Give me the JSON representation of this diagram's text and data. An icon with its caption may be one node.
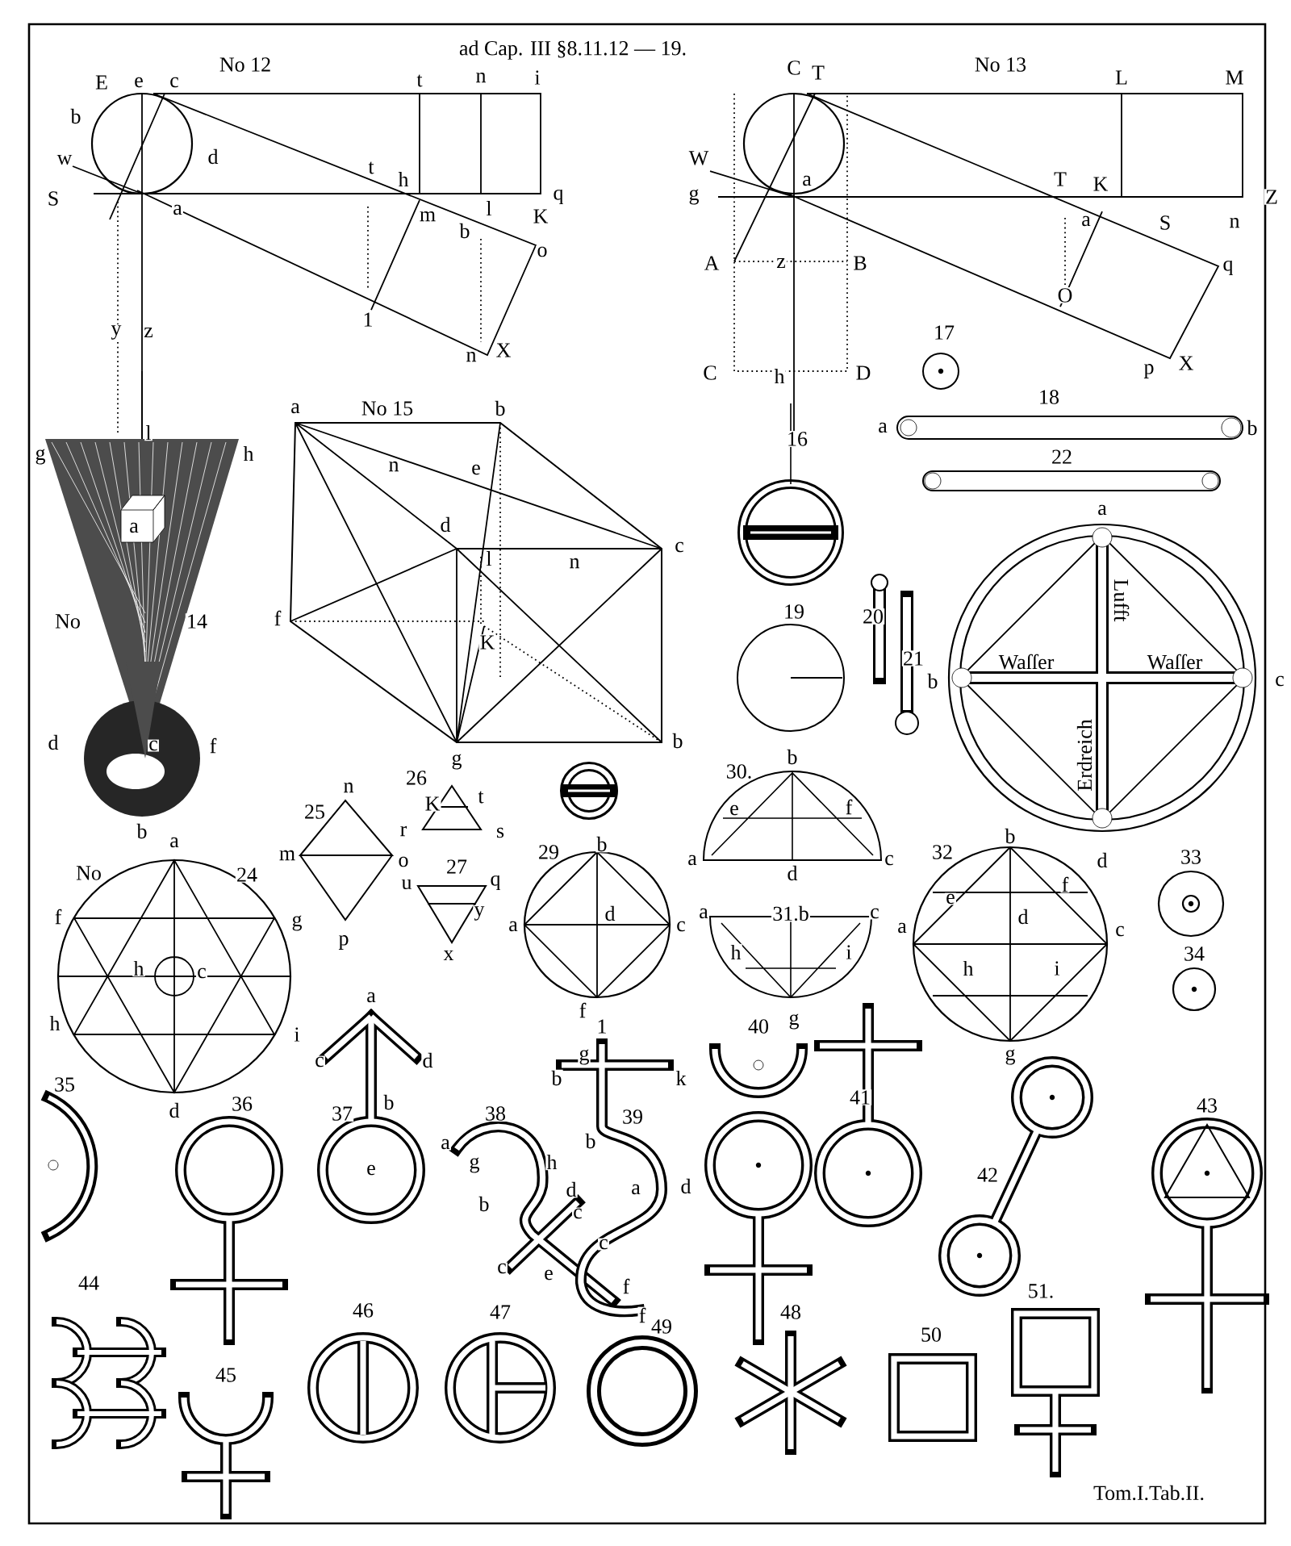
{
  "diagram": {
    "title": "ad Cap. III §8.11.12 — 19.",
    "labels": [
      "No 12",
      "E",
      "e",
      "c",
      "t",
      "n",
      "i",
      "b",
      "d",
      "w",
      "S",
      "a",
      "t",
      "h",
      "l",
      "K",
      "q",
      "m",
      "b",
      "o",
      "1",
      "y",
      "z",
      "n",
      "X",
      "C",
      "T",
      "No 13",
      "L",
      "M",
      "W",
      "a",
      "g",
      "T",
      "K",
      "Z",
      "a",
      "S",
      "n",
      "A",
      "z",
      "B",
      "q",
      "O",
      "17",
      "p",
      "X",
      "C",
      "h",
      "D",
      "a",
      "No 15",
      "b",
      "18",
      "l",
      "a",
      "b",
      "16",
      "g",
      "h",
      "22",
      "n",
      "e",
      "a",
      "a",
      "d",
      "c",
      "l",
      "n",
      "Lufft",
      "No",
      "14",
      "f",
      "19",
      "20",
      "K",
      "21",
      "Waſſer",
      "Waſſer",
      "b",
      "c",
      "d",
      "c",
      "f",
      "g",
      "b",
      "Erdreich",
      "30.",
      "b",
      "26",
      "t",
      "K",
      "r",
      "s",
      "n",
      "25",
      "b",
      "e",
      "f",
      "m",
      "o",
      "27",
      "29",
      "b",
      "a",
      "d",
      "c",
      "32",
      "b",
      "d",
      "33",
      "No",
      "a",
      "24",
      "f",
      "g",
      "u",
      "y",
      "q",
      "a",
      "d",
      "c",
      "a",
      "31.b",
      "c",
      "a",
      "e",
      "d",
      "f",
      "c",
      "h",
      "c",
      "p",
      "x",
      "h",
      "i",
      "h",
      "i",
      "34",
      "h",
      "i",
      "a",
      "f",
      "1",
      "40",
      "g",
      "c",
      "d",
      "b",
      "g",
      "k",
      "g",
      "35",
      "d",
      "36",
      "37",
      "b",
      "38",
      "39",
      "41",
      "43",
      "a",
      "b",
      "e",
      "g",
      "h",
      "42",
      "d",
      "a",
      "d",
      "b",
      "c",
      "c",
      "44",
      "c",
      "e",
      "f",
      "51.",
      "46",
      "47",
      "f",
      "49",
      "48",
      "50",
      "45",
      "Tom.I.Tab.II."
    ]
  }
}
